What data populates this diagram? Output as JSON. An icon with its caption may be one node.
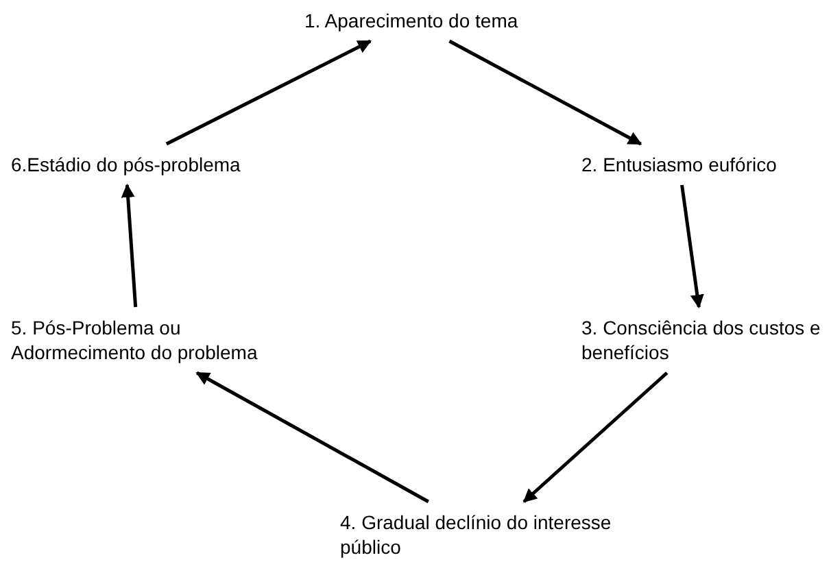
{
  "diagram": {
    "nodes": [
      {
        "text": [
          "1. Aparecimento do tema"
        ]
      },
      {
        "text": [
          "2. Entusiasmo eufórico"
        ]
      },
      {
        "text": [
          "3. Consciência dos custos e benefícios"
        ]
      },
      {
        "text": [
          "4. Gradual declínio do interesse público"
        ]
      },
      {
        "text": [
          "5. Pós-Problema ou Adormecimento do problema"
        ]
      },
      {
        "text": [
          "6.Estádio do pós-problema"
        ]
      }
    ],
    "edges": [
      {
        "from": 0,
        "to": 1,
        "arrow": "to"
      },
      {
        "from": 1,
        "to": 2,
        "arrow": "to"
      },
      {
        "from": 2,
        "to": 3,
        "arrow": "to"
      },
      {
        "from": 3,
        "to": 4,
        "arrow": "to"
      },
      {
        "from": 4,
        "to": 5,
        "arrow": "to"
      },
      {
        "from": 5,
        "to": 0,
        "arrow": "to"
      }
    ]
  }
}
